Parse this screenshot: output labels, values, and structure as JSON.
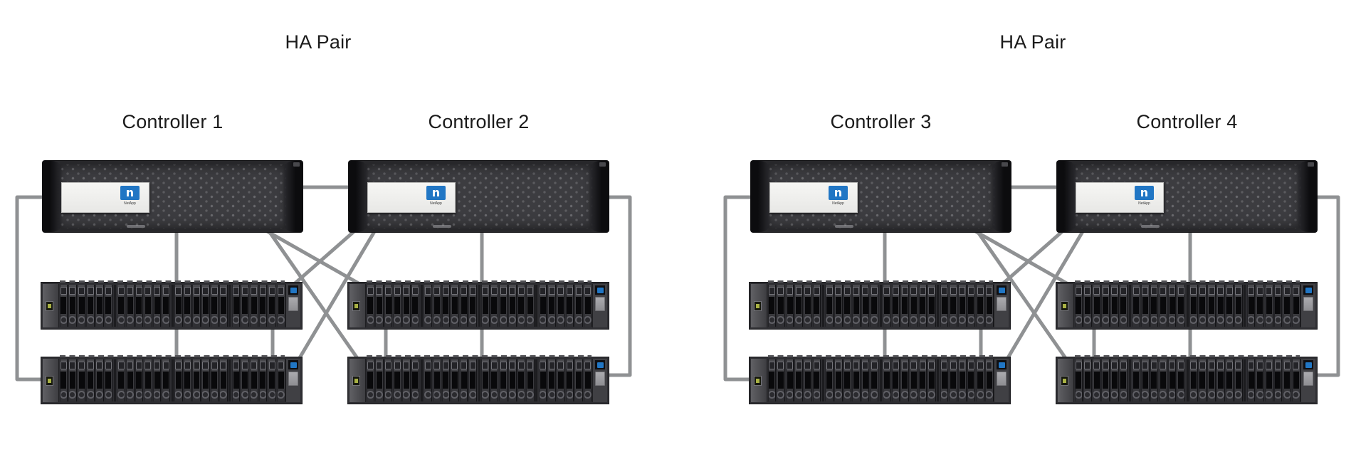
{
  "diagram": {
    "type": "storage-ha-topology",
    "background": "#ffffff",
    "branding": {
      "logo_glyph": "n",
      "logo_text": "NetApp",
      "logo_color": "#2176c4"
    },
    "colors": {
      "cable": "#8f9193",
      "label_text": "#1b1b1b",
      "chassis": "#27272a",
      "panel": "#3c3c40",
      "shelf": "#2e2e32"
    },
    "groups": [
      {
        "ha_label": "HA Pair",
        "controllers": [
          {
            "name": "Controller 1"
          },
          {
            "name": "Controller 2"
          }
        ],
        "shelves": [
          {
            "id": "shelf-a1"
          },
          {
            "id": "shelf-a2"
          },
          {
            "id": "shelf-b1"
          },
          {
            "id": "shelf-b2"
          }
        ],
        "drives_per_shelf": 24,
        "drive_group_size": 6,
        "connections": [
          {
            "from": "Controller 1",
            "to": "Controller 2",
            "type": "ha-interconnect"
          },
          {
            "from": "Controller 1",
            "to": "shelf-a2",
            "type": "loop-left"
          },
          {
            "from": "Controller 1",
            "to": "shelf-a1",
            "type": "primary"
          },
          {
            "from": "shelf-a1",
            "to": "shelf-a2",
            "type": "daisy-chain"
          },
          {
            "from": "shelf-a1",
            "to": "shelf-a2",
            "type": "daisy-chain"
          },
          {
            "from": "Controller 2",
            "to": "shelf-b1",
            "type": "primary"
          },
          {
            "from": "shelf-b1",
            "to": "shelf-b2",
            "type": "daisy-chain"
          },
          {
            "from": "shelf-b1",
            "to": "shelf-b2",
            "type": "daisy-chain"
          },
          {
            "from": "Controller 2",
            "to": "shelf-b2",
            "type": "loop-right"
          },
          {
            "from": "Controller 1",
            "to": "shelf-b1",
            "type": "cross"
          },
          {
            "from": "Controller 1",
            "to": "shelf-b2",
            "type": "cross"
          },
          {
            "from": "Controller 2",
            "to": "shelf-a1",
            "type": "cross"
          },
          {
            "from": "Controller 2",
            "to": "shelf-a2",
            "type": "cross"
          }
        ]
      },
      {
        "ha_label": "HA Pair",
        "controllers": [
          {
            "name": "Controller 3"
          },
          {
            "name": "Controller 4"
          }
        ],
        "shelves": [
          {
            "id": "shelf-c1"
          },
          {
            "id": "shelf-c2"
          },
          {
            "id": "shelf-d1"
          },
          {
            "id": "shelf-d2"
          }
        ],
        "drives_per_shelf": 24,
        "drive_group_size": 6,
        "connections": [
          {
            "from": "Controller 3",
            "to": "Controller 4",
            "type": "ha-interconnect"
          },
          {
            "from": "Controller 3",
            "to": "shelf-c2",
            "type": "loop-left"
          },
          {
            "from": "Controller 3",
            "to": "shelf-c1",
            "type": "primary"
          },
          {
            "from": "shelf-c1",
            "to": "shelf-c2",
            "type": "daisy-chain"
          },
          {
            "from": "shelf-c1",
            "to": "shelf-c2",
            "type": "daisy-chain"
          },
          {
            "from": "Controller 4",
            "to": "shelf-d1",
            "type": "primary"
          },
          {
            "from": "shelf-d1",
            "to": "shelf-d2",
            "type": "daisy-chain"
          },
          {
            "from": "shelf-d1",
            "to": "shelf-d2",
            "type": "daisy-chain"
          },
          {
            "from": "Controller 4",
            "to": "shelf-d2",
            "type": "loop-right"
          },
          {
            "from": "Controller 3",
            "to": "shelf-d1",
            "type": "cross"
          },
          {
            "from": "Controller 3",
            "to": "shelf-d2",
            "type": "cross"
          },
          {
            "from": "Controller 4",
            "to": "shelf-c1",
            "type": "cross"
          },
          {
            "from": "Controller 4",
            "to": "shelf-c2",
            "type": "cross"
          }
        ]
      }
    ]
  }
}
